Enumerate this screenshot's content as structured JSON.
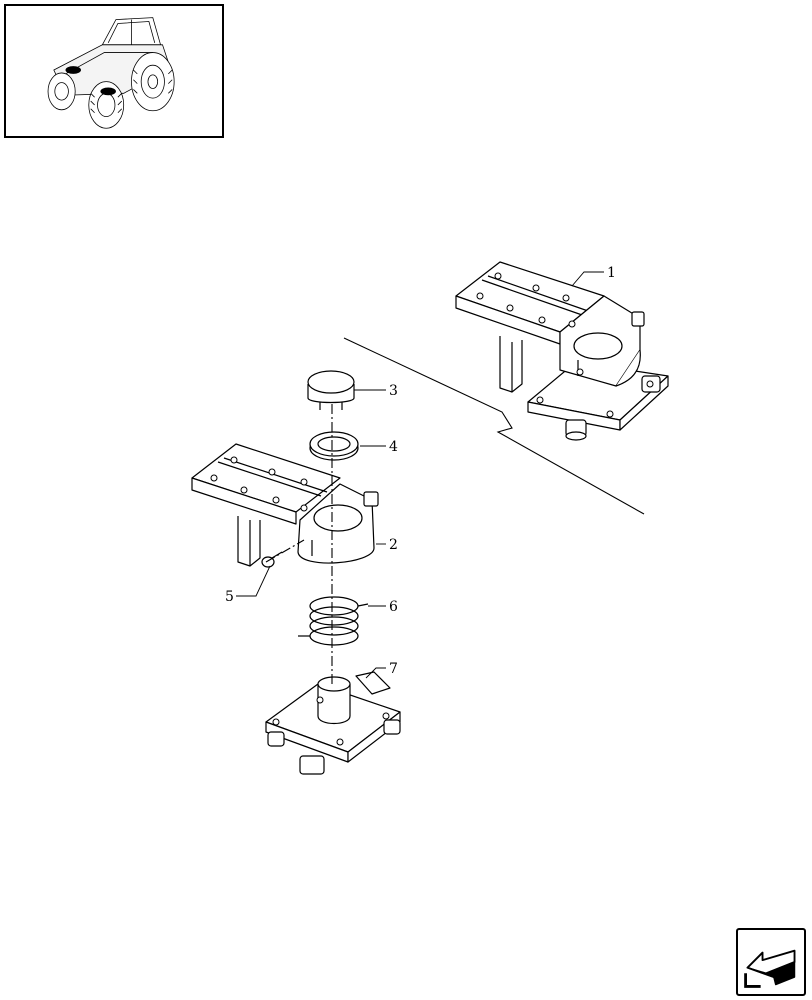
{
  "thumbnail": {
    "icon": "tractor-thumbnail"
  },
  "callouts": [
    {
      "label": "1"
    },
    {
      "label": "2"
    },
    {
      "label": "3"
    },
    {
      "label": "4"
    },
    {
      "label": "5"
    },
    {
      "label": "6"
    },
    {
      "label": "7"
    }
  ],
  "navigation": {
    "icon": "back-arrow-icon"
  }
}
